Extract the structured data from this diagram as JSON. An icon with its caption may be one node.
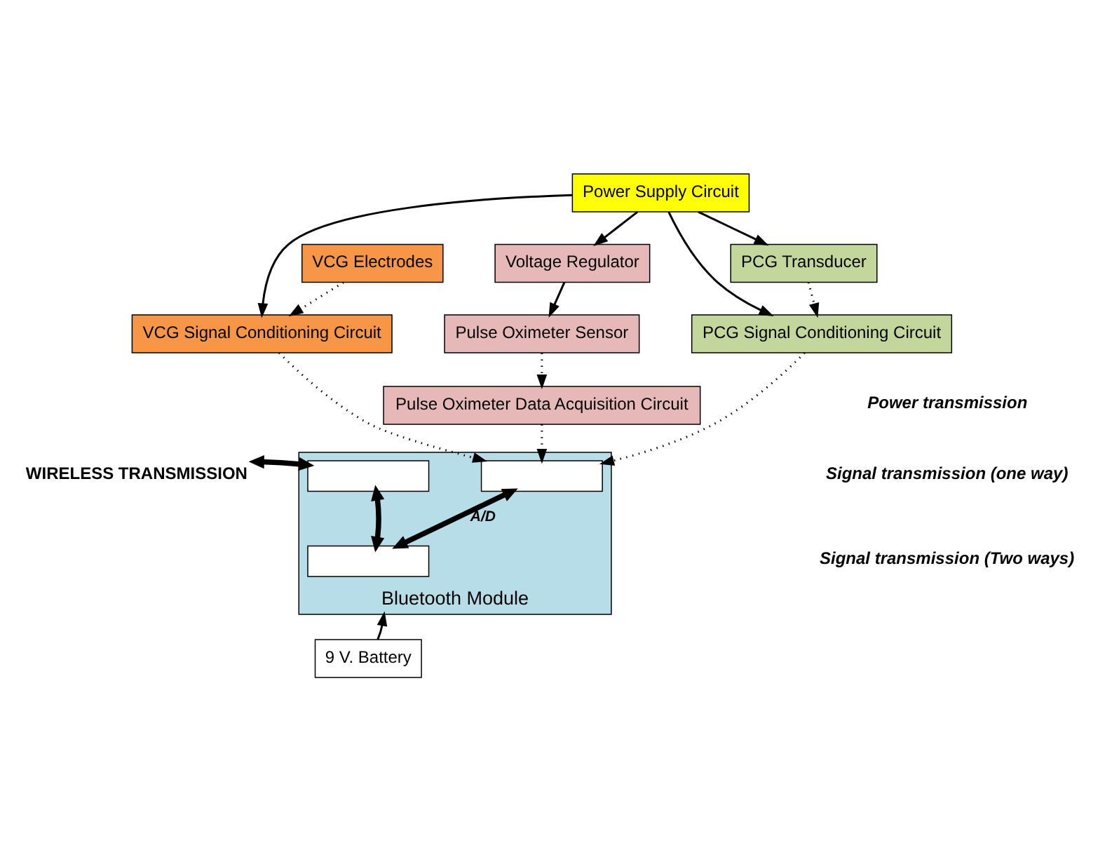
{
  "diagram": {
    "nodes": [
      {
        "text": [
          "Power Supply Circuit"
        ]
      },
      {
        "text": [
          "VCG Electrodes"
        ]
      },
      {
        "text": [
          "Voltage Regulator"
        ]
      },
      {
        "text": [
          "PCG Transducer"
        ]
      },
      {
        "text": [
          "VCG Signal Conditioning Circuit"
        ]
      },
      {
        "text": [
          "Pulse Oximeter Sensor"
        ]
      },
      {
        "text": [
          "PCG Signal Conditioning Circuit"
        ]
      },
      {
        "text": [
          "Pulse Oximeter Data Acquisition Circuit"
        ]
      },
      {
        "text": [
          "Bluetooth Module"
        ]
      },
      {
        "text": [],
        "shape": "box",
        "in": 8
      },
      {
        "text": [],
        "shape": "box",
        "in": 8
      },
      {
        "text": [],
        "shape": "box",
        "in": 8
      },
      {
        "text": [
          "9 V. Battery"
        ]
      },
      {
        "text": [
          "WIRELESS TRANSMISSION"
        ]
      }
    ],
    "edges": [
      {
        "from": 0,
        "to": 4,
        "arrow": "to"
      },
      {
        "from": 0,
        "to": 2,
        "arrow": "to"
      },
      {
        "from": 0,
        "to": 6,
        "arrow": "to"
      },
      {
        "from": 0,
        "to": 3,
        "arrow": "to"
      },
      {
        "from": 1,
        "to": 4,
        "arrow": "to",
        "style": "dashed"
      },
      {
        "from": 2,
        "to": 5,
        "arrow": "to"
      },
      {
        "from": 3,
        "to": 6,
        "arrow": "to",
        "style": "dashed"
      },
      {
        "from": 5,
        "to": 7,
        "arrow": "to",
        "style": "dashed"
      },
      {
        "from": 4,
        "to": 10,
        "arrow": "to",
        "style": "dashed"
      },
      {
        "from": 7,
        "to": 10,
        "arrow": "to",
        "style": "dashed"
      },
      {
        "from": 6,
        "to": 10,
        "arrow": "to",
        "style": "dashed"
      },
      {
        "from": 13,
        "to": 9,
        "arrow": "both",
        "style": "thick"
      },
      {
        "from": 9,
        "to": 11,
        "arrow": "both",
        "style": "thick"
      },
      {
        "from": 11,
        "to": 10,
        "arrow": "both",
        "style": "thick",
        "label": "A/D"
      },
      {
        "from": 12,
        "to": 8,
        "arrow": "to"
      }
    ],
    "legend": [
      {
        "text": "Power transmission"
      },
      {
        "text": "Signal transmission (one way)"
      },
      {
        "text": "Signal transmission (Two ways)"
      }
    ]
  }
}
